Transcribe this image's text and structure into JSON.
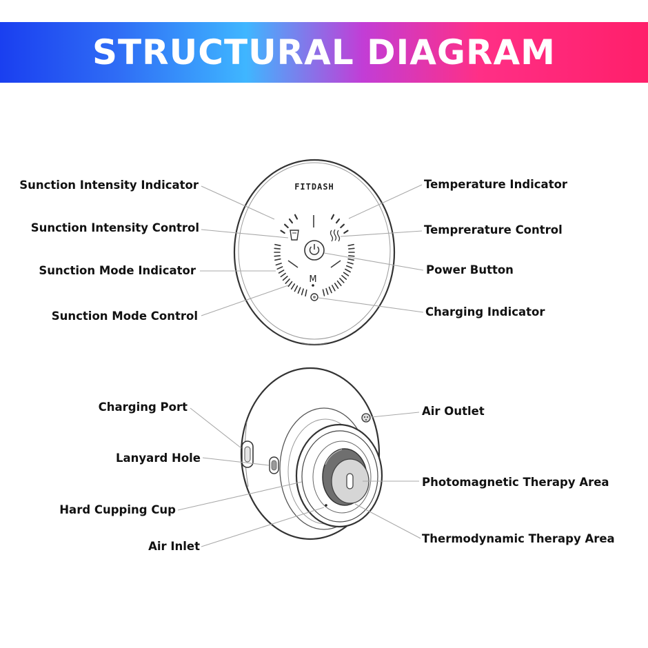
{
  "banner": {
    "title": "STRUCTURAL DIAGRAM"
  },
  "device_top": {
    "brand": "FITDASH",
    "mode_key": "M",
    "labels": {
      "suction_intensity_indicator": "Sunction Intensity Indicator",
      "suction_intensity_control": "Sunction Intensity Control",
      "suction_mode_indicator": "Sunction Mode Indicator",
      "suction_mode_control": "Sunction Mode Control",
      "temperature_indicator": "Temperature Indicator",
      "temperature_control": "Temprerature Control",
      "power_button": "Power Button",
      "charging_indicator": "Charging Indicator"
    }
  },
  "device_side": {
    "labels": {
      "charging_port": "Charging Port",
      "lanyard_hole": "Lanyard Hole",
      "hard_cupping_cup": "Hard Cupping Cup",
      "air_inlet": "Air Inlet",
      "air_outlet": "Air Outlet",
      "photomagnetic_therapy_area": "Photomagnetic Therapy Area",
      "thermodynamic_therapy_area": "Thermodynamic Therapy Area"
    }
  },
  "colors": {
    "banner_gradient": [
      "#1a3ff0",
      "#3fb6ff",
      "#c23dd6",
      "#ff1f6a"
    ],
    "outline": "#3a3a3a",
    "leader_line": "#a8a8a8",
    "label_text": "#111111"
  }
}
